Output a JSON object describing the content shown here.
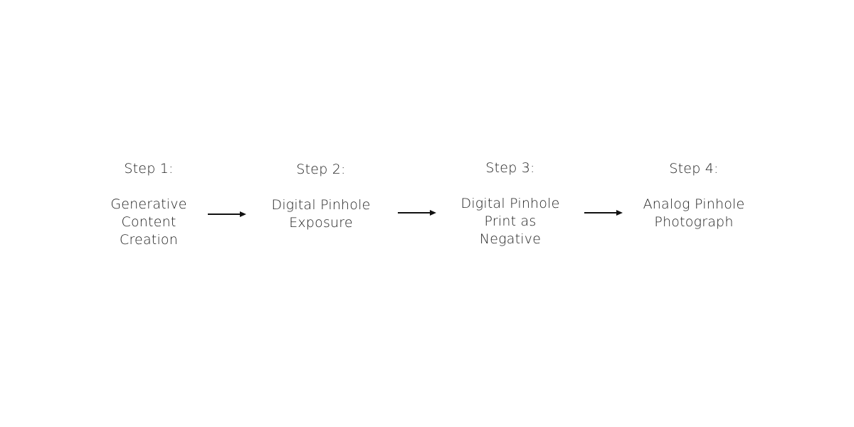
{
  "steps": [
    {
      "heading": "Step 1:",
      "body": "Generative\nContent\nCreation"
    },
    {
      "heading": "Step 2:",
      "body": "Digital Pinhole\nExposure"
    },
    {
      "heading": "Step 3:",
      "body": "Digital Pinhole\nPrint as\nNegative"
    },
    {
      "heading": "Step 4:",
      "body": "Analog Pinhole\nPhotograph"
    }
  ],
  "arrow_icon": "right-arrow-icon",
  "colors": {
    "text": "#222222",
    "arrow": "#111111",
    "background": "#ffffff"
  }
}
